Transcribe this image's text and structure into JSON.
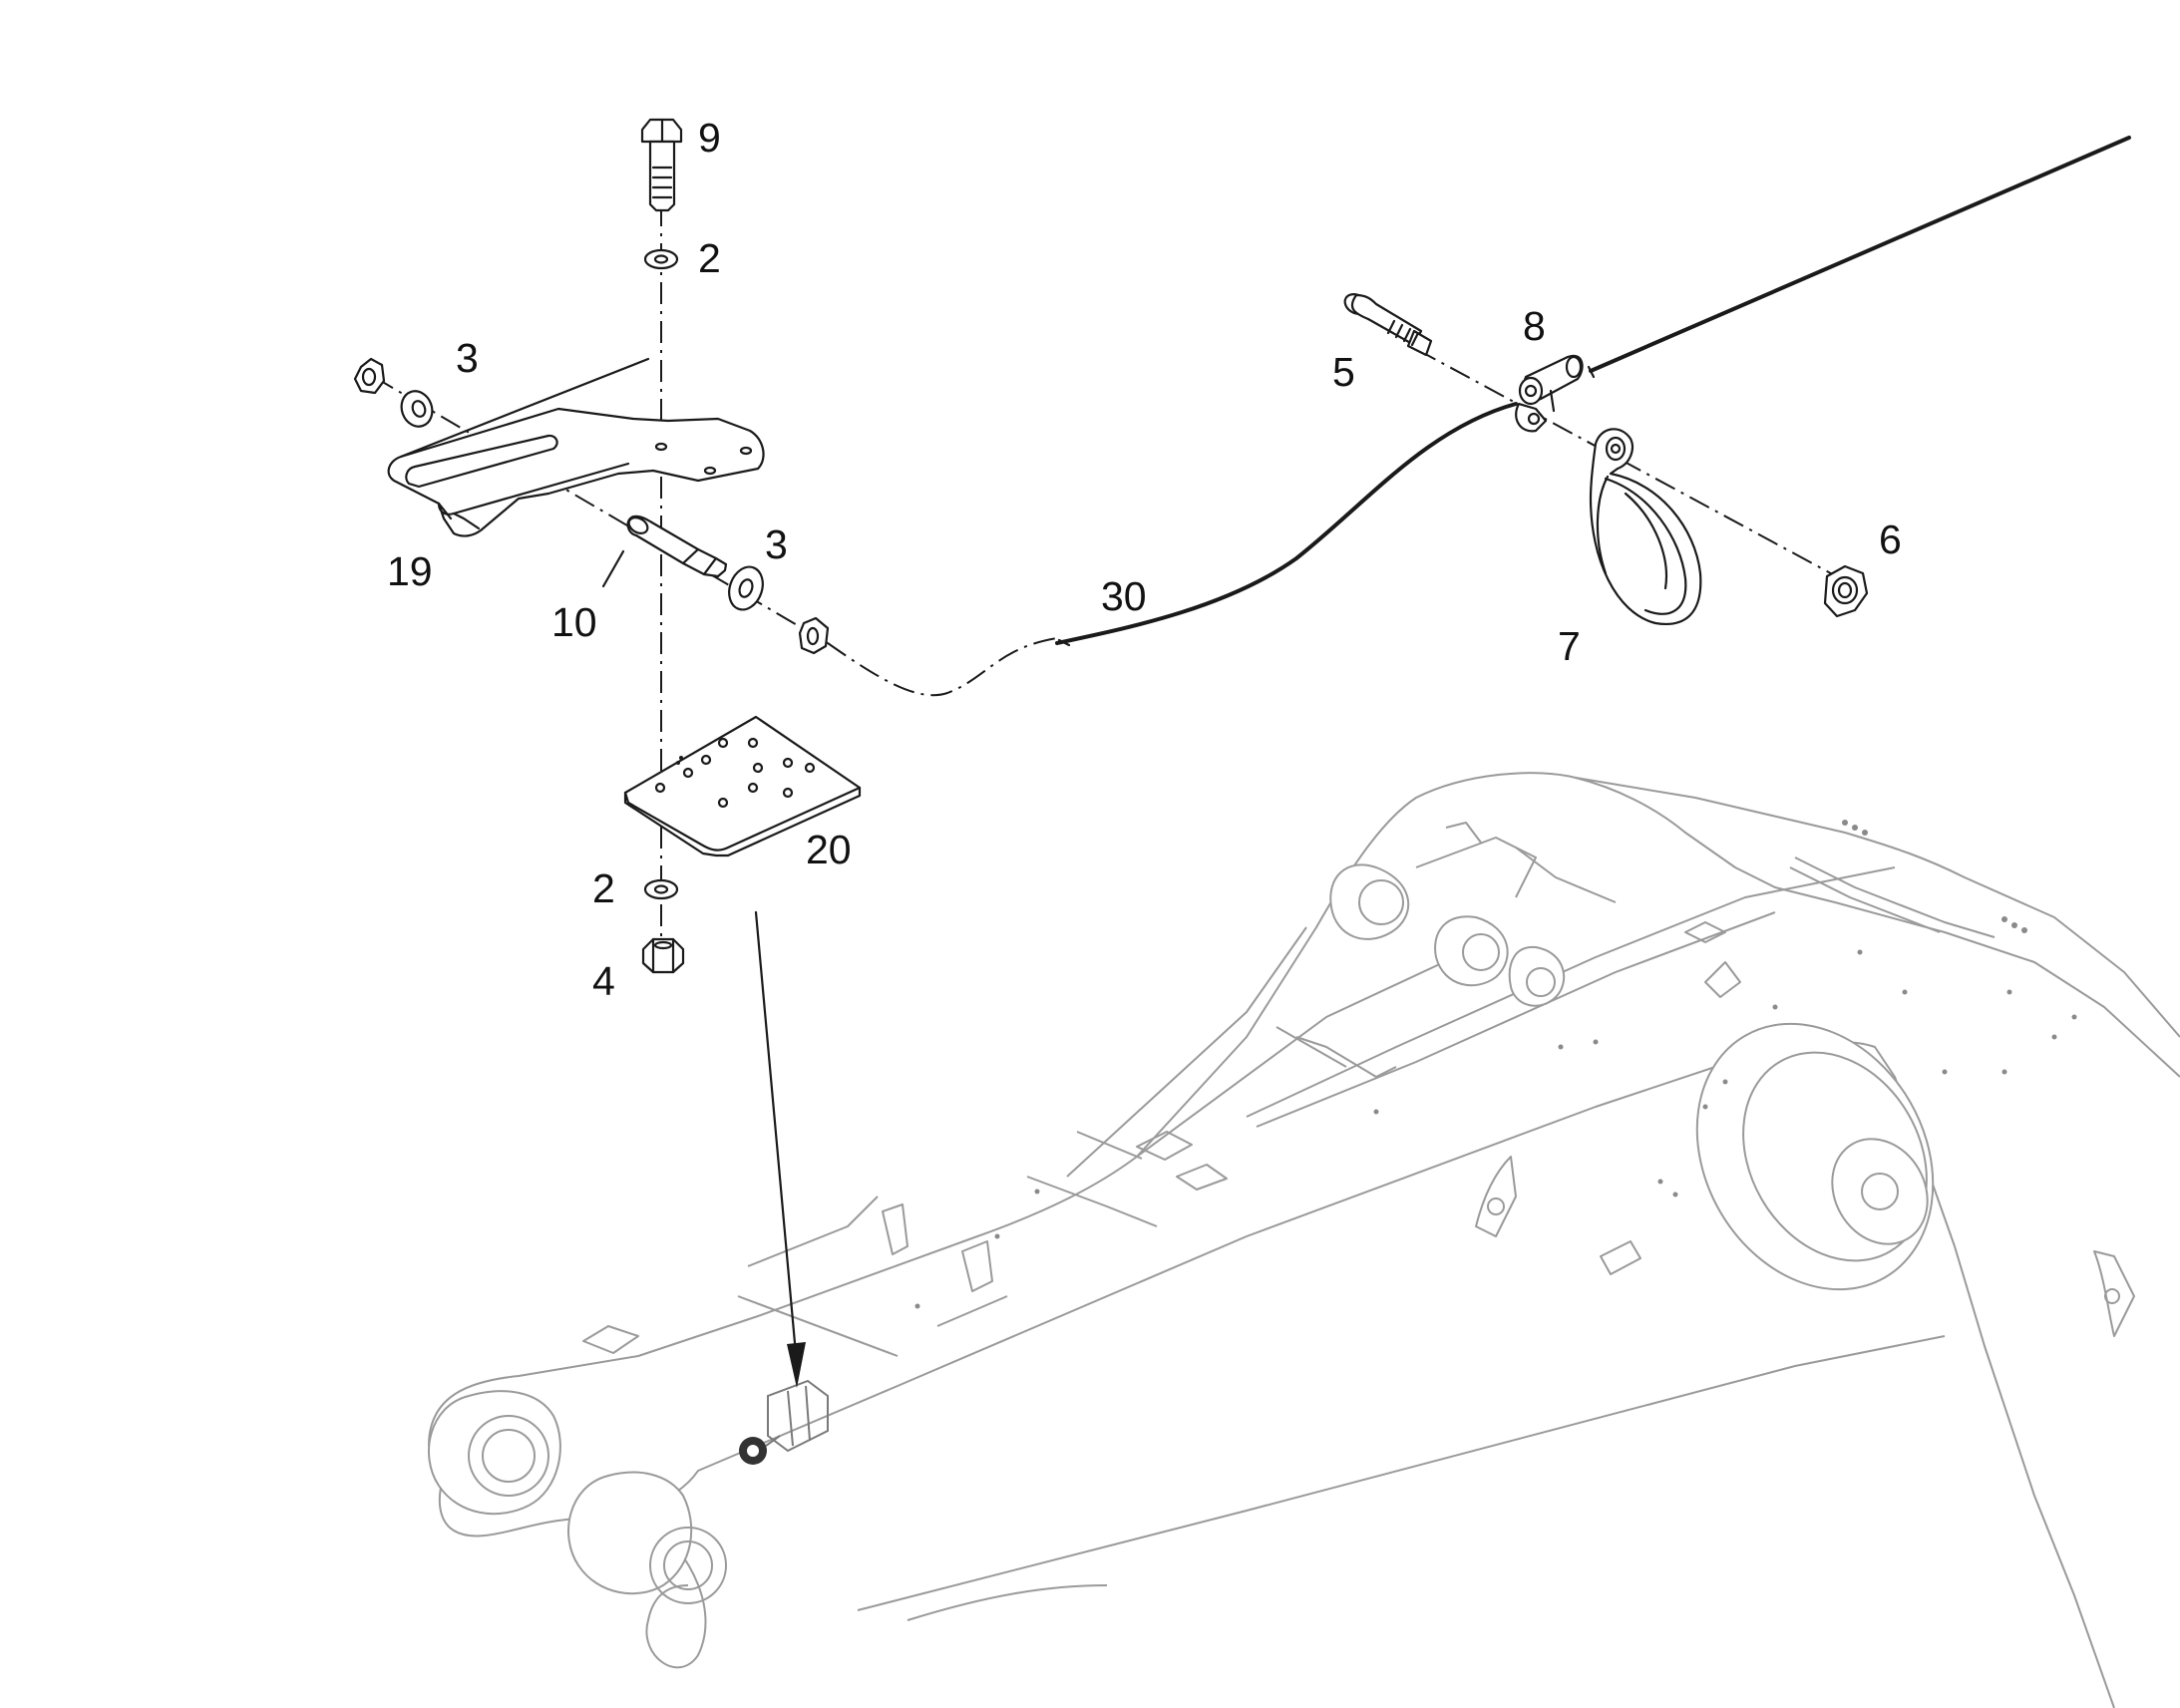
{
  "callouts": {
    "c9": "9",
    "c2_top": "2",
    "c3_left": "3",
    "c19": "19",
    "c10": "10",
    "c3_right": "3",
    "c30": "30",
    "c20": "20",
    "c2_bottom": "2",
    "c4": "4",
    "c5": "5",
    "c8": "8",
    "c6": "6",
    "c7": "7"
  },
  "colors": {
    "ink": "#1a1a1a",
    "background_machine": "#9a9a9a",
    "paper": "#ffffff"
  }
}
